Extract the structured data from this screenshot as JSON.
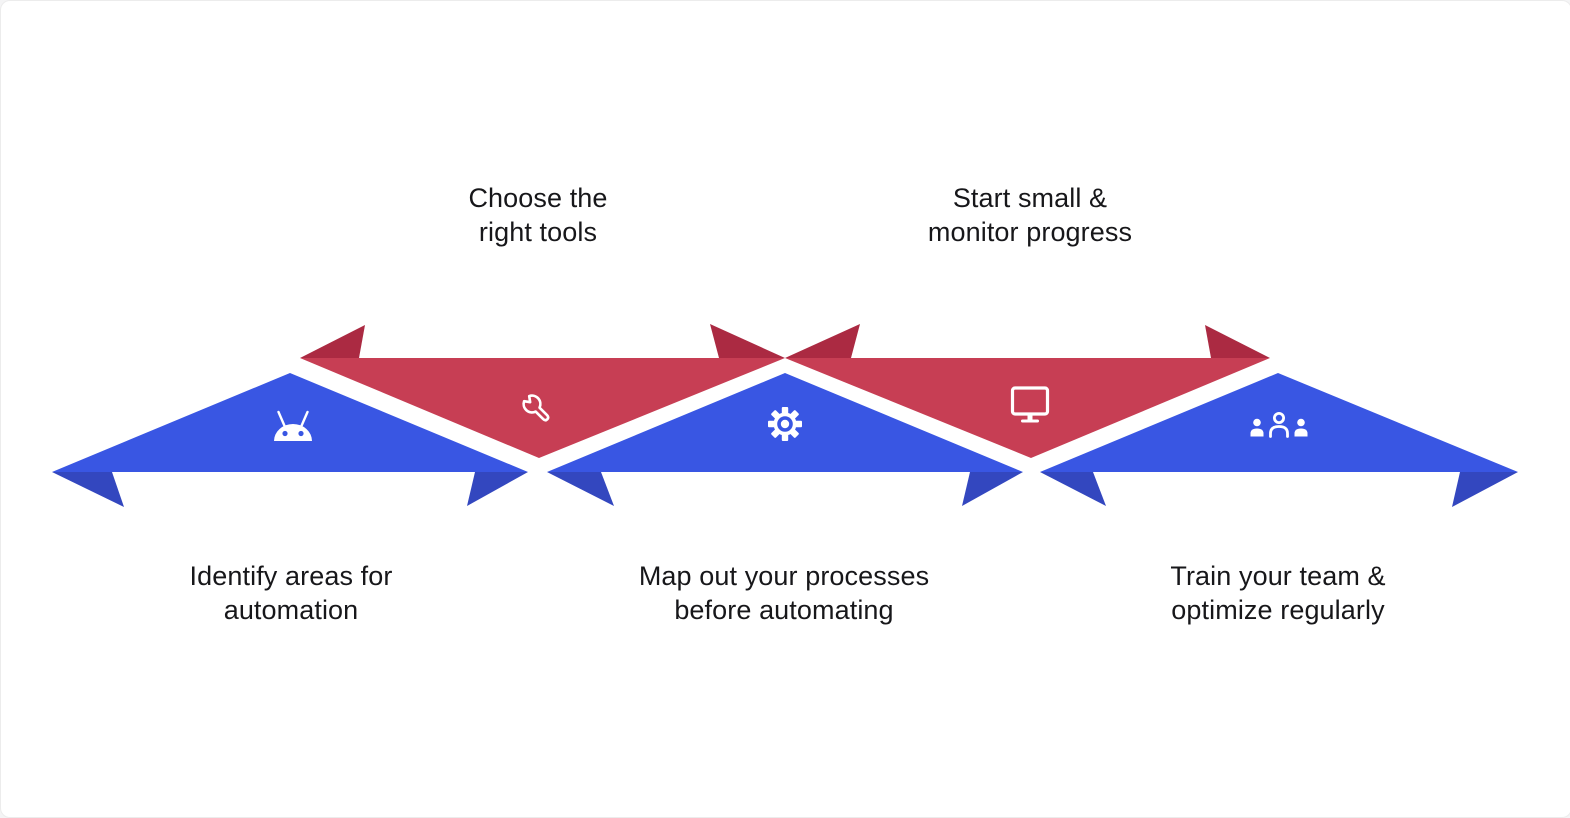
{
  "title": "Automation process zigzag ribbon infographic",
  "palette": {
    "blue": "#3956E3",
    "blue_dark": "#3347BF",
    "red": "#C73E54",
    "red_dark": "#AB2A42",
    "icon": "#FFFFFF",
    "text": "#17171A",
    "background": "#FFFFFF"
  },
  "steps": [
    {
      "id": 1,
      "label": "Identify areas for\nautomation",
      "label_position": "bottom",
      "color": "blue",
      "icon": "android-robot-icon"
    },
    {
      "id": 2,
      "label": "Choose the\nright tools",
      "label_position": "top",
      "color": "red",
      "icon": "wrench-icon"
    },
    {
      "id": 3,
      "label": "Map out your processes\nbefore automating",
      "label_position": "bottom",
      "color": "blue",
      "icon": "gear-icon"
    },
    {
      "id": 4,
      "label": "Start small &\nmonitor progress",
      "label_position": "top",
      "color": "red",
      "icon": "monitor-icon"
    },
    {
      "id": 5,
      "label": "Train your team &\noptimize regularly",
      "label_position": "bottom",
      "color": "blue",
      "icon": "people-group-icon"
    }
  ]
}
